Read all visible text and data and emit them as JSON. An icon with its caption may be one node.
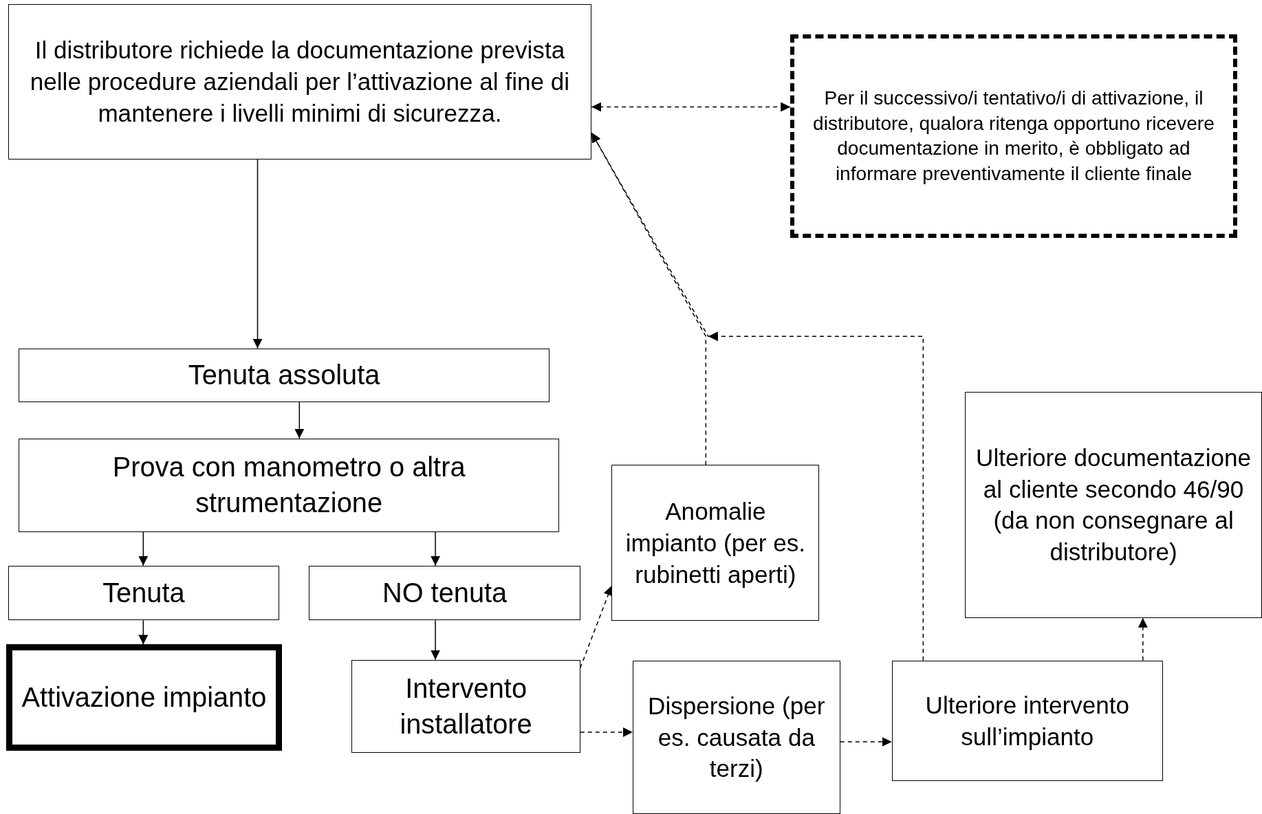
{
  "diagram": {
    "nodes": [
      {
        "text": [
          "Il distributore richiede la documentazione prevista nelle procedure aziendali per l’attivazione al fine di mantenere i livelli minimi di sicurezza."
        ]
      },
      {
        "text": [
          "Per il successivo/i tentativo/i di attivazione, il distributore, qualora ritenga opportuno ricevere documentazione in merito, è obbligato ad informare preventivamente il cliente finale"
        ]
      },
      {
        "text": [
          "Tenuta assoluta"
        ]
      },
      {
        "text": [
          "Prova con manometro o altra strumentazione"
        ]
      },
      {
        "text": [
          "Tenuta"
        ]
      },
      {
        "text": [
          "NO tenuta"
        ]
      },
      {
        "text": [
          "Attivazione impianto"
        ]
      },
      {
        "text": [
          "Intervento installatore"
        ]
      },
      {
        "text": [
          "Anomalie impianto (per es. rubinetti aperti)"
        ]
      },
      {
        "text": [
          "Dispersione (per  es. causata da terzi)"
        ]
      },
      {
        "text": [
          "Ulteriore intervento sull’impianto"
        ]
      },
      {
        "text": [
          "Ulteriore documentazione al cliente secondo 46/90 (da non consegnare al distributore)"
        ]
      }
    ],
    "edges": [
      {
        "from": 0,
        "to": 2,
        "arrow": "to"
      },
      {
        "from": 2,
        "to": 3,
        "arrow": "to"
      },
      {
        "from": 3,
        "to": 4,
        "arrow": "to"
      },
      {
        "from": 3,
        "to": 5,
        "arrow": "to"
      },
      {
        "from": 4,
        "to": 6,
        "arrow": "to"
      },
      {
        "from": 5,
        "to": 7,
        "arrow": "to"
      },
      {
        "from": 0,
        "to": 1,
        "arrow": "both",
        "style": "dashed"
      },
      {
        "from": 7,
        "to": 8,
        "arrow": "to",
        "style": "dashed"
      },
      {
        "from": 7,
        "to": 9,
        "arrow": "to",
        "style": "dashed"
      },
      {
        "from": 9,
        "to": 10,
        "arrow": "to",
        "style": "dashed"
      },
      {
        "from": 10,
        "to": 11,
        "arrow": "to",
        "style": "dashed"
      },
      {
        "from": 8,
        "to": 0,
        "arrow": "to",
        "style": "dashed"
      },
      {
        "from": 10,
        "to": 0,
        "arrow": "to",
        "style": "dashed"
      }
    ]
  }
}
